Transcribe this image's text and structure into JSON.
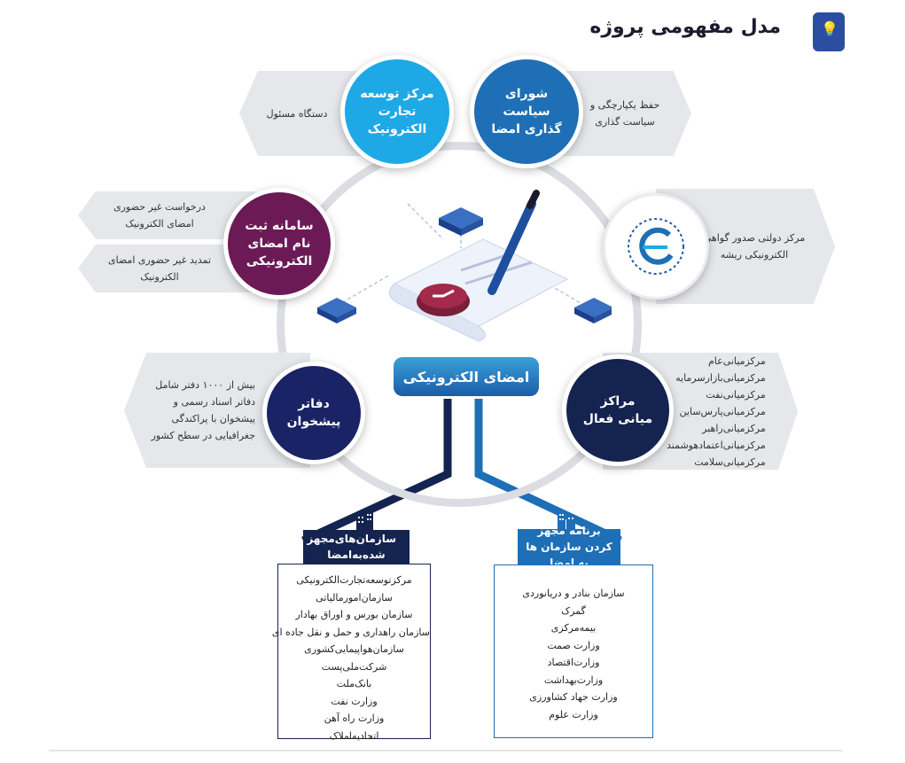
{
  "title": "مدل مفهومی پروژه",
  "center": "امضای الکترونیکی",
  "nodes": {
    "top_left": {
      "circle": "مرکز توسعه تجارت الکترونیک",
      "desc": "دستگاه مسئول"
    },
    "top_right": {
      "circle": "شورای سیاست گذاری امضا",
      "desc": "حفظ یکپارچگی و سیاست گذاری"
    },
    "mid_right": {
      "desc": "مرکز دولتی صدور گواهی الکترونیکی ریشه"
    },
    "mid_left": {
      "circle": "سامانه ثبت نام امضای الکترونیکی",
      "desc1": "درخواست غیر حضوری امضای الکترونیک",
      "desc2": "تمدید غیر حضوری امضای الکترونیک"
    },
    "low_left": {
      "circle": "دفاتر پیشخوان",
      "desc": "بیش از ۱۰۰۰ دفتر شامل دفاتر اسناد رسمی و پیشخوان با پراکندگی جغرافیایی در سطح کشور"
    },
    "low_right": {
      "circle": "مراکز میانی فعال",
      "items": [
        "مرکزمیانی‌عام",
        "مرکزمیانی‌بازار‌سرمایه",
        "مرکزمیانی‌نفت",
        "مرکزمیانی‌پارس‌ساین",
        "مرکزمیانی‌راهبر",
        "مرکزمیانی‌اعتماد‌هوشمند",
        "مرکزمیانی‌سلامت"
      ]
    }
  },
  "equipped": {
    "label": "سازمان‌های‌مجهز شده‌به‌امضا",
    "items": [
      "مرکزتوسعه‌تجارت‌الکترونیکی",
      "سازمان‌امورمالیاتی",
      "سازمان بورس و اوراق بهادار",
      "سازمان راهداری و حمل و نقل جاده ای",
      "سازمان‌هواپیمایی‌کشوری",
      "شرکت‌ملی‌پست",
      "بانک‌ملت",
      "وزارت نفت",
      "وزارت راه آهن",
      "اتحادیه‌املاک"
    ]
  },
  "program": {
    "label": "برنامه مجهز کردن سازمان ها به امضا",
    "items": [
      "سازمان بنادر و دریانوردی",
      "گمرک",
      "بیمه‌مرکزی",
      "وزارت صمت",
      "وزارت‌اقتصاد",
      "وزارت‌بهداشت",
      "وزارت جهاد کشاورزی",
      "وزارت علوم"
    ]
  },
  "colors": {
    "light_blue": "#1ea8e6",
    "mid_blue": "#1e6fb5",
    "purple": "#6b1a55",
    "navy": "#1a2365",
    "navy_dark": "#14234f",
    "pill_gray": "#e6e7eb"
  },
  "icons": [
    "lightbulb-icon",
    "document-pen-icon",
    "building-icon",
    "network-node-icon",
    "certificate-logo-icon"
  ]
}
